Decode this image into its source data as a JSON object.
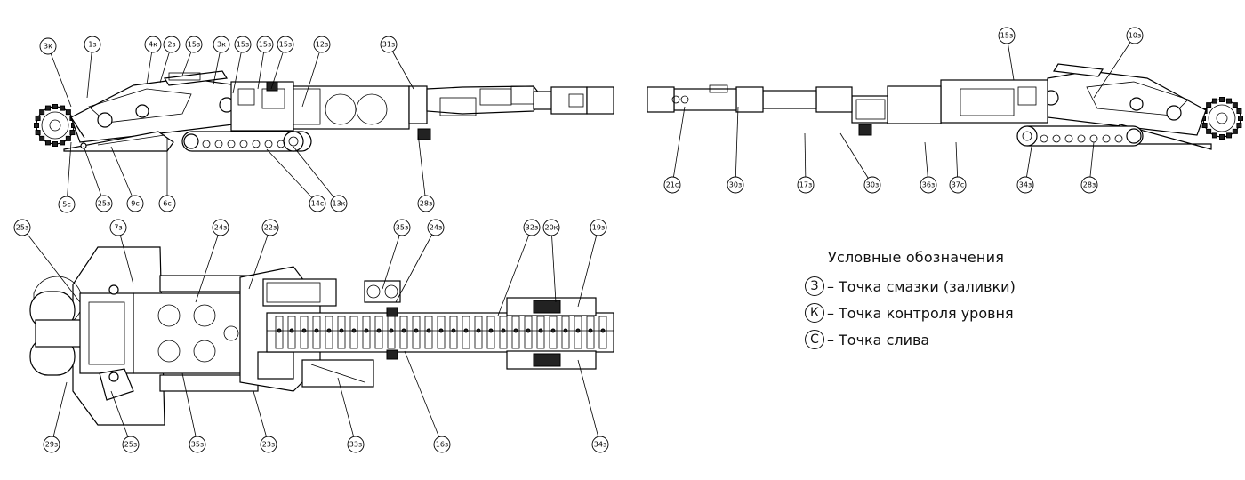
{
  "legend": {
    "title": "Условные обозначения",
    "items": [
      {
        "symbol": "З",
        "text": "Точка смазки (заливки)"
      },
      {
        "symbol": "К",
        "text": "Точка контроля уровня"
      },
      {
        "symbol": "С",
        "text": "Точка слива"
      }
    ],
    "dash": "–"
  },
  "views": {
    "side_left": {
      "labels": [
        "3к",
        "1з",
        "4к",
        "2з",
        "15з",
        "3к",
        "15з",
        "15з",
        "15з",
        "12з",
        "31з",
        "5с",
        "25з",
        "9с",
        "6с",
        "14с",
        "13к",
        "28з"
      ]
    },
    "side_right": {
      "labels": [
        "15з",
        "10з",
        "21с",
        "30з",
        "17з",
        "30з",
        "36з",
        "37с",
        "34з",
        "28з"
      ]
    },
    "top_view": {
      "labels": [
        "25з",
        "7з",
        "24з",
        "22з",
        "35з",
        "24з",
        "32з",
        "20к",
        "19з",
        "29з",
        "25з",
        "35з",
        "23з",
        "33з",
        "16з",
        "34з"
      ]
    }
  }
}
